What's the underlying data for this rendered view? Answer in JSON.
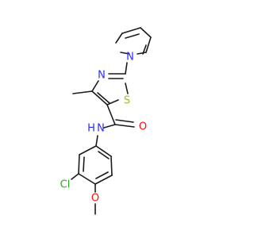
{
  "atoms": [
    {
      "id": "N_pyrrole",
      "symbol": "N",
      "color": "#2c2cff"
    },
    {
      "id": "N_thiazole",
      "symbol": "N",
      "color": "#2c2cff"
    },
    {
      "id": "S_thiazole",
      "symbol": "S",
      "color": "#b8b800"
    },
    {
      "id": "O_carbonyl",
      "symbol": "O",
      "color": "#ff0d0d"
    },
    {
      "id": "N_amide",
      "symbol": "N",
      "color": "#2c2cff"
    },
    {
      "id": "H_amide",
      "symbol": "H",
      "color": "#2c2cff"
    },
    {
      "id": "Cl",
      "symbol": "Cl",
      "color": "#1fb01f"
    },
    {
      "id": "O_methoxy",
      "symbol": "O",
      "color": "#ff0d0d"
    }
  ],
  "bond_color": "#1a1a1a"
}
